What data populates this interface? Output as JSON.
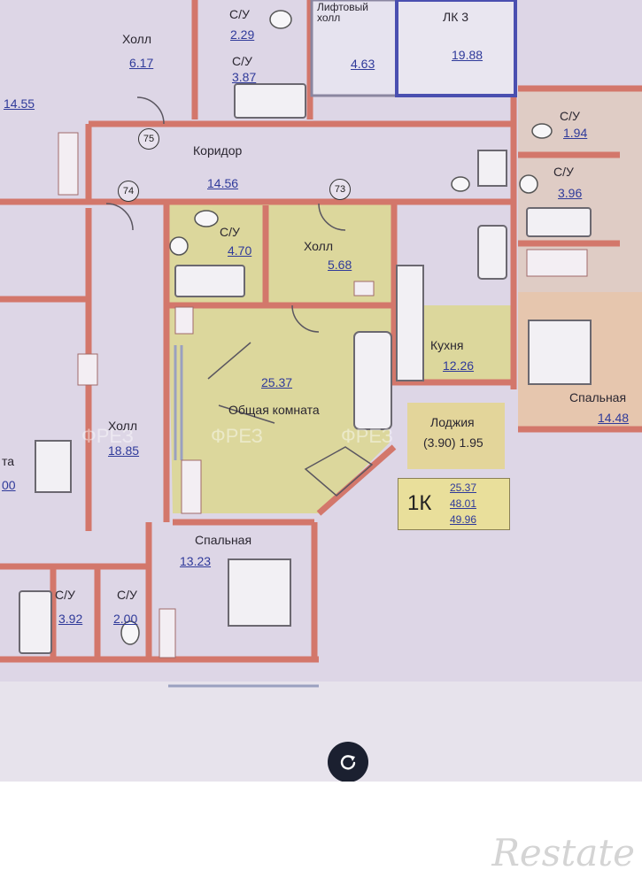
{
  "plan": {
    "rooms": [
      {
        "name": "Холл",
        "area": "6.17"
      },
      {
        "name": "С/У",
        "area": "2.29"
      },
      {
        "name": "С/У",
        "area": "3.87"
      },
      {
        "name": "Лифтовый холл",
        "area": "4.63"
      },
      {
        "name": "ЛК 3",
        "area": "19.88"
      },
      {
        "name": "Коридор",
        "area": "14.56"
      },
      {
        "name": "С/У",
        "area": "1.94"
      },
      {
        "name": "С/У",
        "area": "3.96"
      },
      {
        "name": "С/У",
        "area": "4.70"
      },
      {
        "name": "Холл",
        "area": "5.68"
      },
      {
        "name": "Кухня",
        "area": "12.26"
      },
      {
        "name": "Общая комната",
        "area": "25.37"
      },
      {
        "name": "Спальная",
        "area": "14.48"
      },
      {
        "name": "Холл",
        "area": "18.85"
      },
      {
        "name": "Лоджия",
        "area": "(3.90) 1.95"
      },
      {
        "name": "Спальная",
        "area": "13.23"
      },
      {
        "name": "С/У",
        "area": "3.92"
      },
      {
        "name": "С/У",
        "area": "2.00"
      }
    ],
    "partial_labels": [
      "14.55",
      "та",
      "00"
    ],
    "door_numbers": [
      "75",
      "74",
      "73"
    ],
    "summary": {
      "code": "1К",
      "values": [
        "25.37",
        "48.01",
        "49.96"
      ]
    }
  },
  "logo_text": "Restate",
  "icons": [
    "refresh-icon"
  ],
  "colors": {
    "apartment": "#dcd79c",
    "wall": "#d3776b",
    "background": "#ddd5e6"
  }
}
